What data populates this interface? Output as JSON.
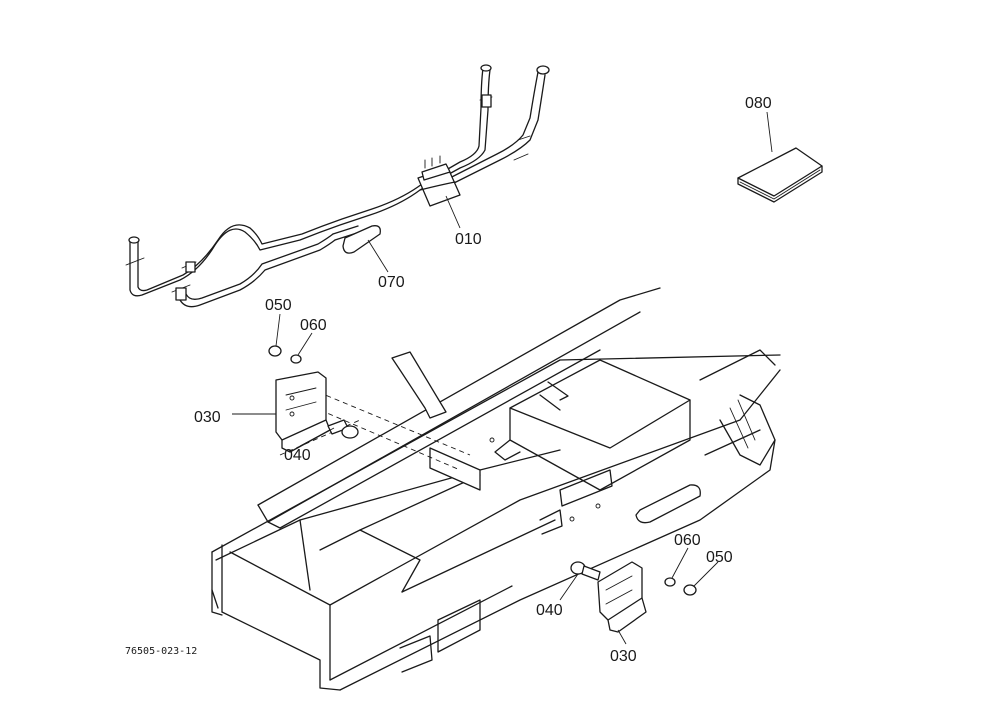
{
  "diagram": {
    "callouts": {
      "c010": "010",
      "c070": "070",
      "c080": "080",
      "c050a": "050",
      "c060a": "060",
      "c030a": "030",
      "c040a": "040",
      "c060b": "060",
      "c050b": "050",
      "c040b": "040",
      "c030b": "030"
    },
    "figure_ref": "76505-023-12"
  }
}
